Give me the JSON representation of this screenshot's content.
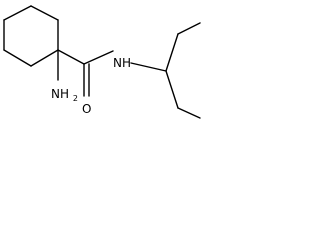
{
  "molecule": {
    "amide_n_label": "NH",
    "carbonyl_o_label": "O",
    "amine": {
      "main": "NH",
      "subscript": "2"
    }
  }
}
